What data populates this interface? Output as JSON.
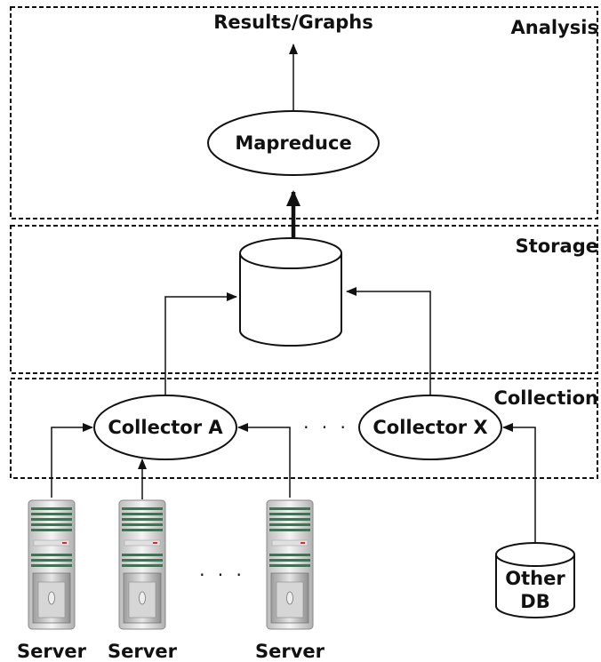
{
  "zones": {
    "analysis": "Analysis",
    "storage": "Storage",
    "collection": "Collection"
  },
  "nodes": {
    "results": "Results/Graphs",
    "mapreduce": "Mapreduce",
    "collector_a": "Collector A",
    "collector_x": "Collector X",
    "other_db_line1": "Other",
    "other_db_line2": "DB"
  },
  "servers": [
    "Server",
    "Server",
    "Server"
  ],
  "ellipsis": "· · ·",
  "colors": {
    "stroke": "#111111",
    "server_stripe": "#2e7d4f",
    "server_light": "#d32f2f"
  }
}
